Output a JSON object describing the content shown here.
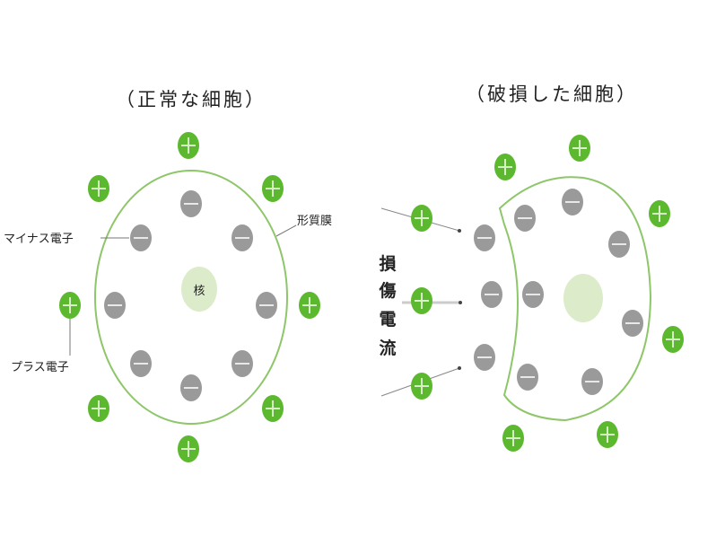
{
  "left_panel": {
    "title": "（正常な細胞）",
    "labels": {
      "minus_electron": "マイナス電子",
      "plus_electron": "プラス電子",
      "membrane": "形質膜",
      "nucleus": "核"
    }
  },
  "right_panel": {
    "title": "（破損した細胞）",
    "current_label": [
      "損",
      "傷",
      "電",
      "流"
    ]
  },
  "colors": {
    "positive": "#5cb82e",
    "negative": "#9a9a9a",
    "membrane": "#8ec66a",
    "nucleus": "#dcebc9"
  }
}
